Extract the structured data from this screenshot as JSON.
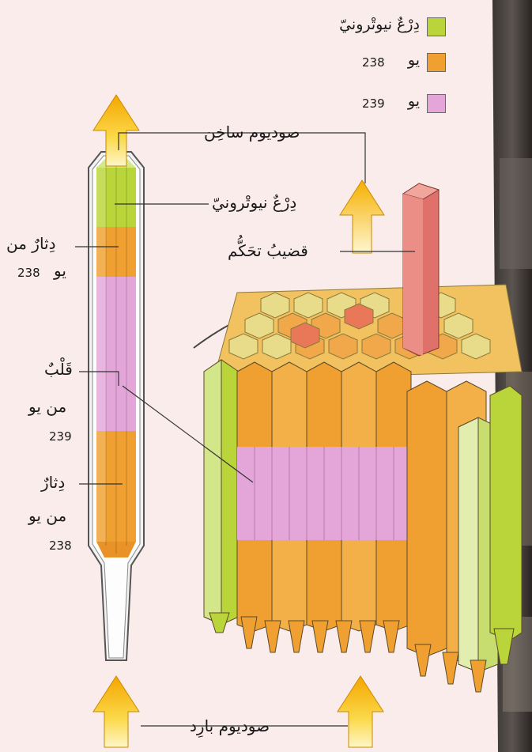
{
  "legend": [
    {
      "label": "دِرْعٌ نيوتْرونيّ",
      "color": "#b9d53a"
    },
    {
      "label": "يو",
      "number": "238",
      "color": "#f0a030"
    },
    {
      "label": "يو",
      "number": "239",
      "color": "#e4a6d8"
    }
  ],
  "labels": {
    "hot_sodium": "صوديوم ساخِن",
    "neutron_shield": "دِرْعٌ نيوتْرونيّ",
    "control_rod": "قضيبُ تحَكُّم",
    "blanket_238_top_line1": "دِثارٌ من",
    "blanket_238_top_line2": "يو",
    "blanket_238_top_num": "238",
    "core_line1": "قَلْبٌ",
    "core_line2": "من يو",
    "core_num": "239",
    "blanket_238_bottom_line1": "دِثارٌ",
    "blanket_238_bottom_line2": "من يو",
    "blanket_238_bottom_num": "238",
    "cold_sodium": "صوديوم بارِد"
  },
  "colors": {
    "background": "#fbecec",
    "arrow_yellow": "#f7c21c",
    "shield_green": "#b9d53a",
    "blanket_orange": "#f0a030",
    "core_pink": "#e4a6d8",
    "control_rod_red": "#e0706a",
    "photo_dark": "#2f2a28"
  }
}
